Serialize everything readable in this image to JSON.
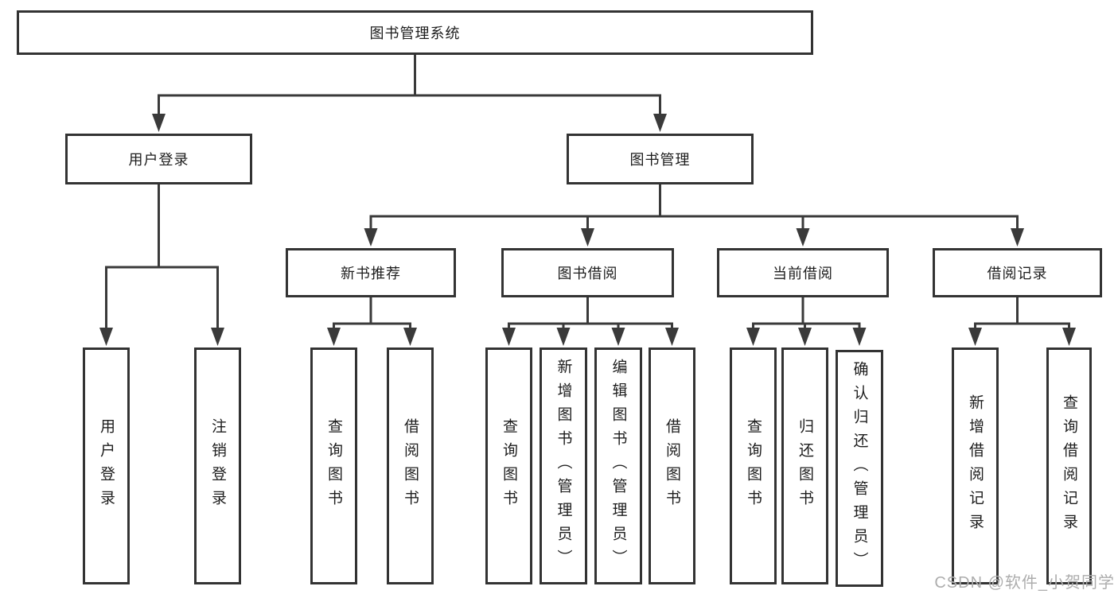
{
  "diagram": {
    "type": "hierarchy-tree",
    "root": {
      "label": "图书管理系统"
    },
    "branches": [
      {
        "label": "用户登录",
        "children": [
          {
            "label": "用户登录"
          },
          {
            "label": "注销登录"
          }
        ]
      },
      {
        "label": "图书管理",
        "children": [
          {
            "label": "新书推荐",
            "children": [
              {
                "label": "查询图书"
              },
              {
                "label": "借阅图书"
              }
            ]
          },
          {
            "label": "图书借阅",
            "children": [
              {
                "label": "查询图书"
              },
              {
                "label": "新增图书（管理员）"
              },
              {
                "label": "编辑图书（管理员）"
              },
              {
                "label": "借阅图书"
              }
            ]
          },
          {
            "label": "当前借阅",
            "children": [
              {
                "label": "查询图书"
              },
              {
                "label": "归还图书"
              },
              {
                "label": "确认归还（管理员）"
              }
            ]
          },
          {
            "label": "借阅记录",
            "children": [
              {
                "label": "新增借阅记录"
              },
              {
                "label": "查询借阅记录"
              }
            ]
          }
        ]
      }
    ]
  },
  "watermark": {
    "text": "CSDN @软件_小贺同学"
  },
  "colors": {
    "background": "#ffffff",
    "box_border": "#333333",
    "connector_line": "#3a3a3a",
    "text": "#1d1d1d",
    "watermark": "#adadad"
  }
}
